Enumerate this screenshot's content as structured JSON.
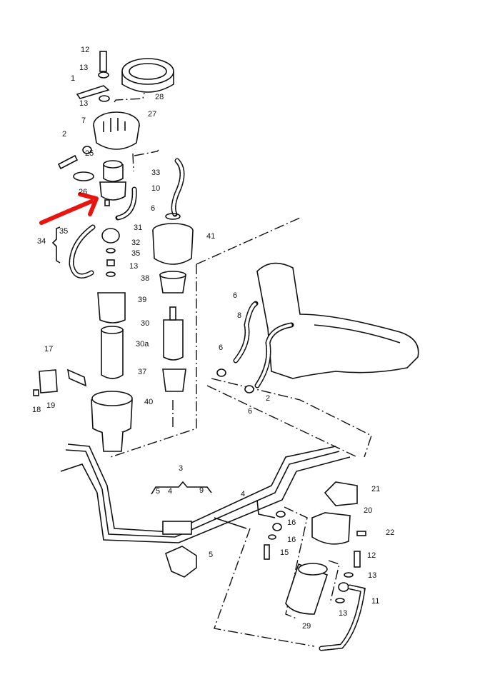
{
  "diagram": {
    "title": "Fuel pump / fuel tank parts exploded view",
    "highlight_arrow_color": "#e8140f",
    "callouts": [
      "12",
      "13",
      "1",
      "13",
      "28",
      "27",
      "7",
      "2",
      "25",
      "33",
      "26",
      "10",
      "6",
      "31",
      "41",
      "35",
      "34",
      "32",
      "35",
      "13",
      "38",
      "39",
      "30",
      "30a",
      "37",
      "40",
      "17",
      "18",
      "19",
      "6",
      "8",
      "6",
      "6",
      "2",
      "3",
      "5",
      "4",
      "9",
      "4",
      "21",
      "20",
      "22",
      "16",
      "16",
      "15",
      "5",
      "12",
      "13",
      "11",
      "13",
      "29"
    ]
  }
}
